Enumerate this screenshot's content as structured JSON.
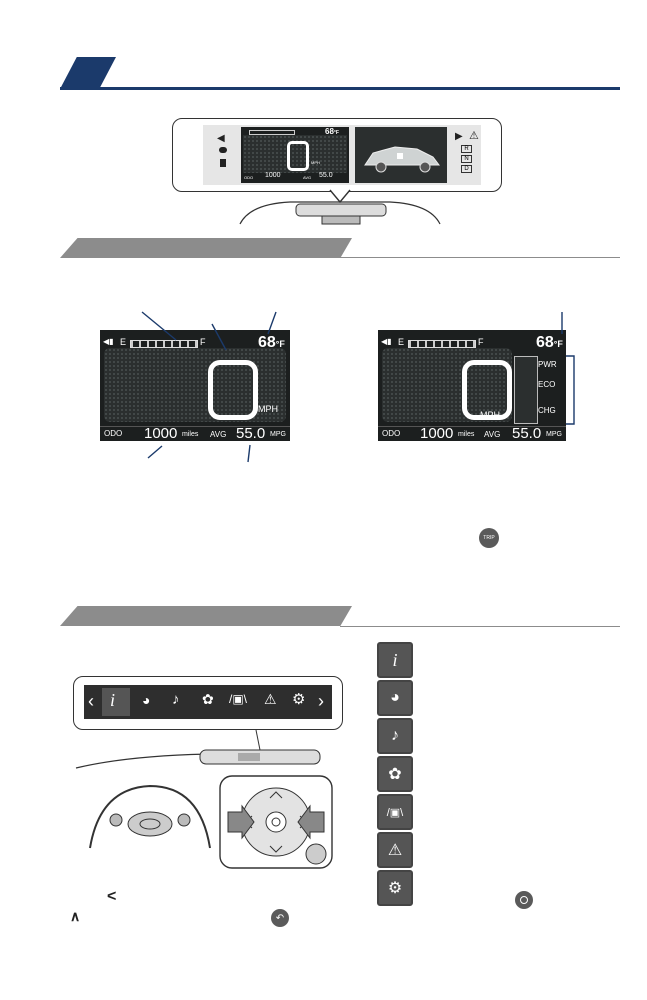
{
  "top_display": {
    "temp": "68",
    "temp_unit": "°F",
    "speed_unit": "MPH",
    "odo_label": "ODO",
    "odo_value": "1000",
    "avg_label": "AVG",
    "avg_value": "55.0",
    "gears": [
      "R",
      "N",
      "D"
    ]
  },
  "cluster_left": {
    "fuel_e": "E",
    "fuel_f": "F",
    "temp": "68",
    "temp_unit": "°F",
    "speed_unit": "MPH",
    "odo_label": "ODO",
    "odo_value": "1000",
    "odo_unit": "miles",
    "avg_label": "AVG",
    "avg_value": "55.0",
    "avg_unit": "MPG"
  },
  "cluster_right": {
    "fuel_e": "E",
    "fuel_f": "F",
    "temp": "68",
    "temp_unit": "°F",
    "speed_unit": "MPH",
    "odo_label": "ODO",
    "odo_value": "1000",
    "odo_unit": "miles",
    "avg_label": "AVG",
    "avg_value": "55.0",
    "avg_unit": "MPG",
    "hybrid_labels": [
      "PWR",
      "ECO",
      "CHG"
    ]
  },
  "trip_button_label": "TRIP",
  "menu_icons": [
    "info-icon",
    "gauge-icon",
    "music-icon",
    "seat-icon",
    "car-assist-icon",
    "warning-icon",
    "settings-icon"
  ],
  "nav_symbols": {
    "left": "<",
    "up": "∧"
  }
}
